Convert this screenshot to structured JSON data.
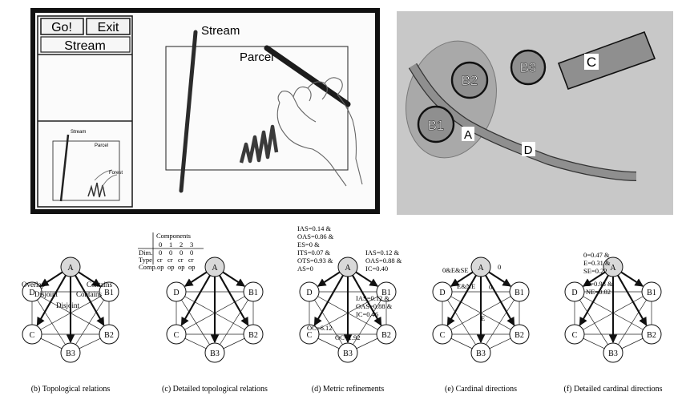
{
  "sketch_panel": {
    "buttons": [
      {
        "label": "Go!"
      },
      {
        "label": "Exit"
      }
    ],
    "mode_label": "Stream",
    "canvas_labels": {
      "stream": "Stream",
      "parcel": "Parcel"
    },
    "thumbnail_labels": {
      "stream": "Stream",
      "parcel": "Parcel",
      "forest": "Forest"
    }
  },
  "map_panel": {
    "labels": {
      "a": "A",
      "b1": "B1",
      "b2": "B2",
      "b3": "B3",
      "c": "C",
      "d": "D"
    },
    "colors": {
      "background": "#c8c8c8",
      "object_fill": "#8f8f8f",
      "region_fill": "#a9a9a9"
    }
  },
  "node_names": [
    "A",
    "D",
    "B1",
    "C",
    "B2",
    "B3"
  ],
  "diagrams": [
    {
      "caption": "(b) Topological relations",
      "edge_labels": [
        "Overlap",
        "Disjoint",
        "Contains",
        "Contains",
        "Disjoint"
      ]
    },
    {
      "caption": "(c) Detailed topological relations",
      "table": {
        "title": "Components",
        "indices": [
          "0",
          "1",
          "2",
          "3"
        ],
        "rows": [
          {
            "name": "Dim.",
            "cells": [
              "0",
              "0",
              "0",
              "0"
            ]
          },
          {
            "name": "Type",
            "cells": [
              "cr",
              "cr",
              "cr",
              "cr"
            ]
          },
          {
            "name": "Comp.",
            "cells": [
              "op",
              "op",
              "op",
              "op"
            ]
          }
        ]
      }
    },
    {
      "caption": "(d) Metric refinements",
      "left_block": [
        "IAS=0.14 &",
        "OAS=0.86 &",
        "ES=0 &",
        "ITS=0.07 &",
        "OTS=0.93 &",
        "AS=0"
      ],
      "right_block": [
        "IAS=0.12 &",
        "OAS=0.88 &",
        "IC=0.40"
      ],
      "middle_block": [
        "IAS=0.12 &",
        "OAS=0.88 &",
        "IC=0.46"
      ],
      "oc_labels": [
        "OC=6.12",
        "OC=1.92"
      ]
    },
    {
      "caption": "(e) Cardinal directions",
      "edge_labels": [
        "0&E&SE",
        "E&NE",
        "0",
        "0",
        "E"
      ]
    },
    {
      "caption": "(f) Detailed cardinal directions",
      "block_left": [
        "0=0.47 &",
        "E=0.31 &",
        "SE=0.22"
      ],
      "block_mid": [
        "E=0.98 &",
        "NE=0.02"
      ]
    }
  ]
}
